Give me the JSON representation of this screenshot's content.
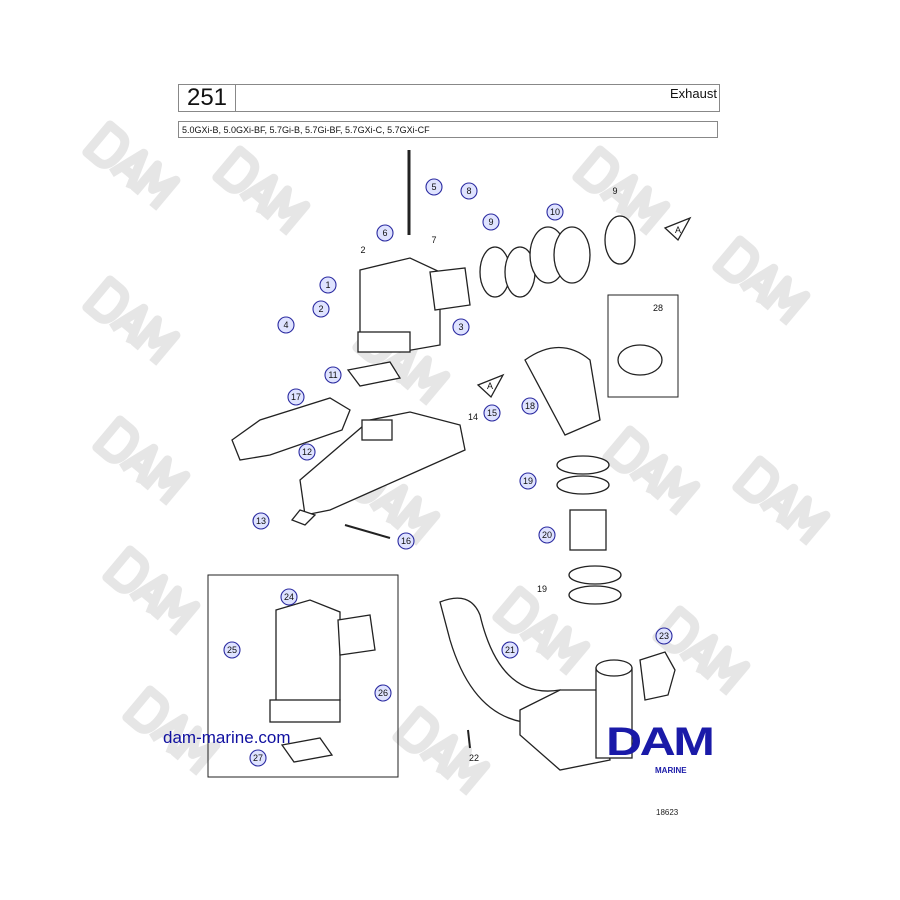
{
  "header": {
    "page_number": "251",
    "title": "Exhaust"
  },
  "models": "5.0GXi-B, 5.0GXi-BF, 5.7Gi-B, 5.7Gi-BF, 5.7GXi-C, 5.7GXi-CF",
  "watermark": "DAM",
  "callouts": {
    "c1": "1",
    "c2a": "2",
    "c2b": "2",
    "c3": "3",
    "c4": "4",
    "c5": "5",
    "c6": "6",
    "c7": "7",
    "c8": "8",
    "c9a": "9",
    "c9b": "9",
    "c10": "10",
    "c11": "11",
    "c12": "12",
    "c13": "13",
    "c14": "14",
    "c15": "15",
    "c16": "16",
    "c17": "17",
    "c18": "18",
    "c19a": "19",
    "c19b": "19",
    "c20": "20",
    "c21": "21",
    "c22": "22",
    "c23": "23",
    "c24": "24",
    "c25": "25",
    "c26": "26",
    "c27": "27",
    "c28": "28",
    "refA1": "A",
    "refA2": "A"
  },
  "website": "dam-marine.com",
  "logo": {
    "name": "DAM",
    "sub": "MARINE",
    "color": "#1a1aa8"
  },
  "figure_number": "18623"
}
